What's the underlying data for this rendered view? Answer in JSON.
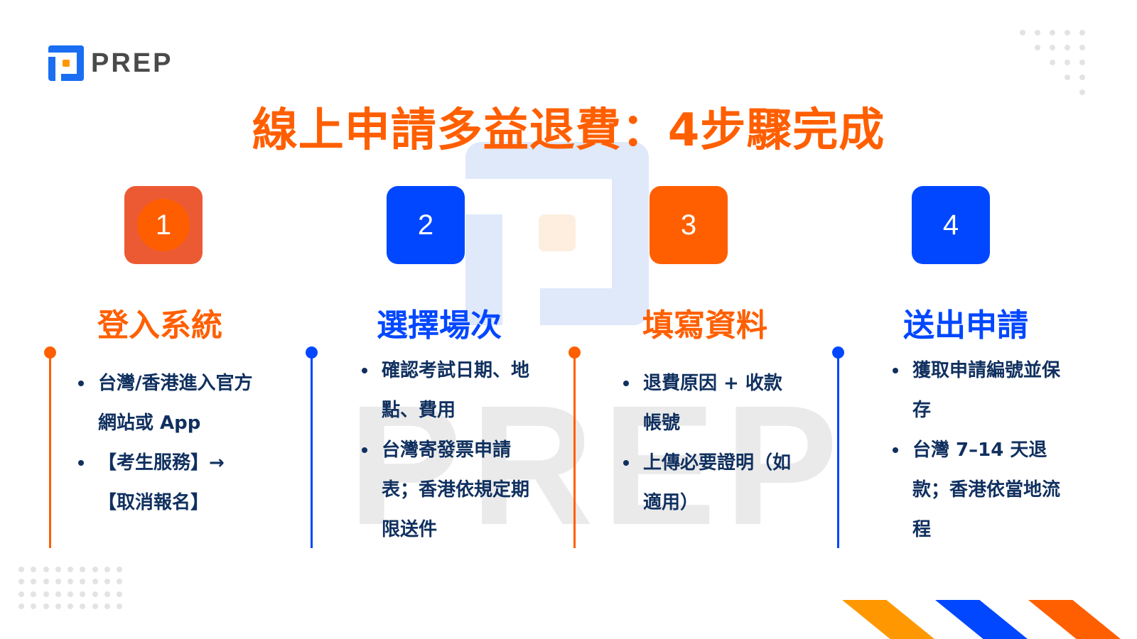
{
  "brand": {
    "logo_text": "PREP",
    "watermark_text": "PREP",
    "colors": {
      "orange": "#ff5f00",
      "orange_red": "#ec5a34",
      "blue": "#0047ff",
      "amber": "#ff9800",
      "navy_text": "#10305f",
      "logo_blue": "#1a6ef2",
      "logo_gray": "#4a4a4a"
    }
  },
  "title": "線上申請多益退費：4步驟完成",
  "steps": [
    {
      "number": "1",
      "heading": "登入系統",
      "accent": "orange",
      "bullets": [
        "台灣/香港進入官方網站或 App",
        "【考生服務】→【取消報名】"
      ]
    },
    {
      "number": "2",
      "heading": "選擇場次",
      "accent": "blue",
      "bullets": [
        "確認考試日期、地點、費用",
        "台灣寄發票申請表；香港依規定期限送件"
      ]
    },
    {
      "number": "3",
      "heading": "填寫資料",
      "accent": "orange",
      "bullets": [
        "退費原因 + 收款帳號",
        "上傳必要證明（如適用）"
      ]
    },
    {
      "number": "4",
      "heading": "送出申請",
      "accent": "blue",
      "bullets": [
        "獲取申請編號並保存",
        "台灣 7–14 天退款；香港依當地流程"
      ]
    }
  ],
  "decorations": {
    "stripes": [
      "amber",
      "blue",
      "orange"
    ]
  }
}
